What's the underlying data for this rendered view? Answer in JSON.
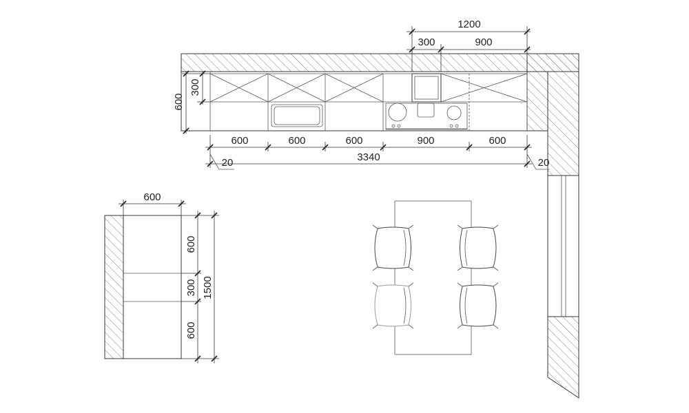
{
  "top_dims": {
    "overall": "1200",
    "left_part": "300",
    "right_part": "900"
  },
  "cabinet_dims": {
    "upper_height": "300",
    "total_depth": "600",
    "modules": [
      "600",
      "600",
      "600",
      "900",
      "600"
    ],
    "total_run": "3340",
    "gap_left": "20",
    "gap_right": "20"
  },
  "tall_unit_dims": {
    "width": "600",
    "sections": [
      "600",
      "300",
      "600"
    ],
    "total_height": "1500"
  }
}
